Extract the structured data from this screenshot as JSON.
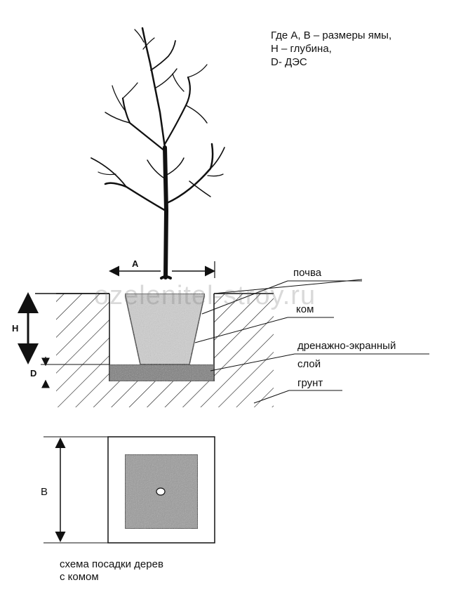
{
  "legend": {
    "line1": "Где А, В – размеры ямы,",
    "line2": "Н – глубина,",
    "line3": "D- ДЭС"
  },
  "watermark": "ozelenitel-stroy.ru",
  "dims": {
    "a": "А",
    "h": "Н",
    "d": "D",
    "b": "В"
  },
  "callouts": {
    "soil": "почва",
    "rootball": "ком",
    "drainage_1": "дренажно-экранный",
    "drainage_2": "слой",
    "ground": "грунт"
  },
  "caption": {
    "line1": "схема посадки дерев",
    "line2": "с комом"
  },
  "colors": {
    "line": "#111111",
    "rootball_fill": "#cfcfcf",
    "drainage_fill": "#7a7a7a",
    "plan_fill": "#9a9a9a"
  }
}
